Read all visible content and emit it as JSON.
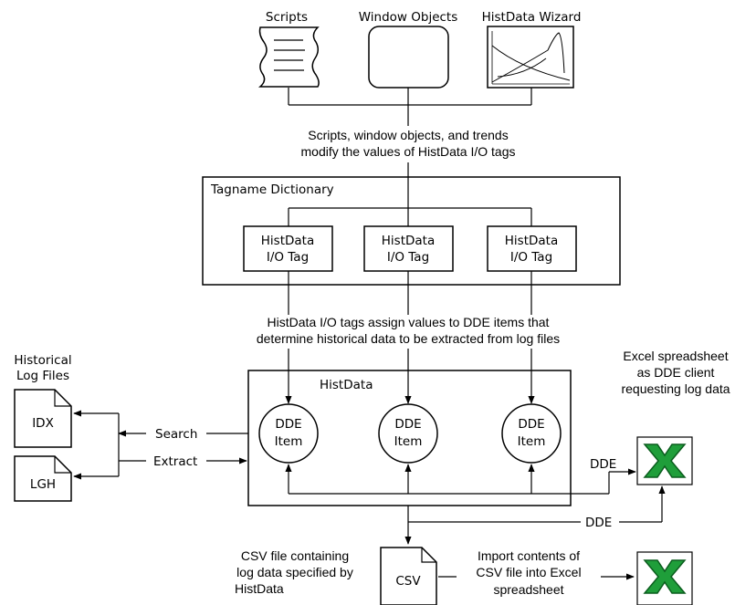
{
  "sources": {
    "scripts": "Scripts",
    "window_objects": "Window Objects",
    "histdata_wizard": "HistData Wizard"
  },
  "captions": {
    "modify_line1": "Scripts, window objects, and trends",
    "modify_line2": "modify the values of HistData I/O tags",
    "assign_line1": "HistData I/O tags assign values to DDE items that",
    "assign_line2": "determine historical data to be extracted from log files"
  },
  "tagname_dictionary": {
    "title": "Tagname Dictionary",
    "tags": [
      {
        "line1": "HistData",
        "line2": "I/O Tag"
      },
      {
        "line1": "HistData",
        "line2": "I/O Tag"
      },
      {
        "line1": "HistData",
        "line2": "I/O Tag"
      }
    ]
  },
  "histdata": {
    "title": "HistData",
    "items": [
      {
        "line1": "DDE",
        "line2": "Item"
      },
      {
        "line1": "DDE",
        "line2": "Item"
      },
      {
        "line1": "DDE",
        "line2": "Item"
      }
    ]
  },
  "log_files": {
    "title_line1": "Historical",
    "title_line2": "Log Files",
    "idx": "IDX",
    "lgh": "LGH",
    "search": "Search",
    "extract": "Extract"
  },
  "excel_client": {
    "line1": "Excel spreadsheet",
    "line2": "as DDE client",
    "line3": "requesting log data"
  },
  "dde_labels": {
    "upper": "DDE",
    "lower": "DDE"
  },
  "csv": {
    "file_label": "CSV",
    "desc_line1": "CSV file containing",
    "desc_line2": "log data specified by",
    "desc_line3": "HistData",
    "import_line1": "Import contents of",
    "import_line2": "CSV file into Excel",
    "import_line3": "spreadsheet"
  },
  "colors": {
    "excel_green": "#1f9e3a",
    "excel_dark": "#0b5d1e",
    "line": "#000000"
  }
}
